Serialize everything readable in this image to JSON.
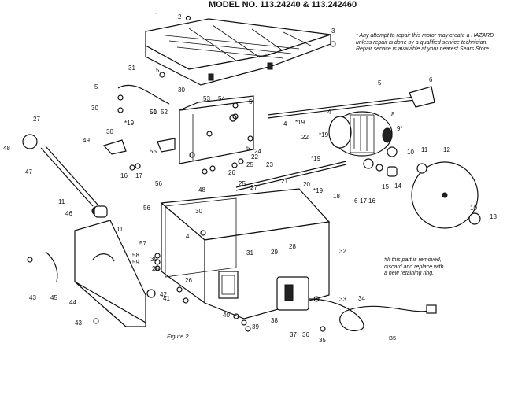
{
  "header": {
    "model": "MODEL NO. 113.24240 & 113.242460"
  },
  "notes": {
    "motor_warning": [
      "* Any attempt to repair this motor may create a HAZARD",
      "unless repair is done by a qualified service technician.",
      "Repair service is available at your nearest Sears Store."
    ],
    "retaining_ring": [
      "#If this part is removed,",
      "discard and replace with",
      "a new retaining ring."
    ]
  },
  "caption": "Figure 2",
  "code": "B5",
  "callouts": [
    {
      "id": "c1",
      "text": "1"
    },
    {
      "id": "c2",
      "text": "2"
    },
    {
      "id": "c3",
      "text": "3"
    },
    {
      "id": "c4a",
      "text": "4"
    },
    {
      "id": "c4b",
      "text": "4"
    },
    {
      "id": "c4c",
      "text": "4"
    },
    {
      "id": "c5a",
      "text": "5"
    },
    {
      "id": "c5b",
      "text": "5"
    },
    {
      "id": "c5c",
      "text": "5"
    },
    {
      "id": "c5d",
      "text": "5"
    },
    {
      "id": "c5e",
      "text": "5"
    },
    {
      "id": "c6a",
      "text": "6"
    },
    {
      "id": "c6b",
      "text": "6"
    },
    {
      "id": "c8",
      "text": "8"
    },
    {
      "id": "c9",
      "text": "9*"
    },
    {
      "id": "c10a",
      "text": "10"
    },
    {
      "id": "c10b",
      "text": "10"
    },
    {
      "id": "c11a",
      "text": "11"
    },
    {
      "id": "c11b",
      "text": "11"
    },
    {
      "id": "c11c",
      "text": "11"
    },
    {
      "id": "c12",
      "text": "12"
    },
    {
      "id": "c13",
      "text": "13"
    },
    {
      "id": "c14",
      "text": "14"
    },
    {
      "id": "c15",
      "text": "15"
    },
    {
      "id": "c16a",
      "text": "16"
    },
    {
      "id": "c16b",
      "text": "16"
    },
    {
      "id": "c17a",
      "text": "17"
    },
    {
      "id": "c17b",
      "text": "17"
    },
    {
      "id": "c18",
      "text": "18"
    },
    {
      "id": "c19a",
      "text": "*19"
    },
    {
      "id": "c19b",
      "text": "*19"
    },
    {
      "id": "c19c",
      "text": "*19"
    },
    {
      "id": "c19d",
      "text": "*19"
    },
    {
      "id": "c19e",
      "text": "*19"
    },
    {
      "id": "c20",
      "text": "20"
    },
    {
      "id": "c21",
      "text": "21"
    },
    {
      "id": "c22a",
      "text": "22"
    },
    {
      "id": "c22b",
      "text": "22"
    },
    {
      "id": "c23",
      "text": "23"
    },
    {
      "id": "c24",
      "text": "24"
    },
    {
      "id": "c25a",
      "text": "25"
    },
    {
      "id": "c25b",
      "text": "25"
    },
    {
      "id": "c26a",
      "text": "26"
    },
    {
      "id": "c26b",
      "text": "26"
    },
    {
      "id": "c26c",
      "text": "26"
    },
    {
      "id": "c27a",
      "text": "27"
    },
    {
      "id": "c27b",
      "text": "27"
    },
    {
      "id": "c28",
      "text": "28"
    },
    {
      "id": "c29",
      "text": "29"
    },
    {
      "id": "c30a",
      "text": "30"
    },
    {
      "id": "c30b",
      "text": "30"
    },
    {
      "id": "c30c",
      "text": "30"
    },
    {
      "id": "c30d",
      "text": "30"
    },
    {
      "id": "c31a",
      "text": "31"
    },
    {
      "id": "c31b",
      "text": "31"
    },
    {
      "id": "c32",
      "text": "32"
    },
    {
      "id": "c33",
      "text": "33"
    },
    {
      "id": "c34",
      "text": "34"
    },
    {
      "id": "c35",
      "text": "35"
    },
    {
      "id": "c36",
      "text": "36"
    },
    {
      "id": "c37",
      "text": "37"
    },
    {
      "id": "c38",
      "text": "38"
    },
    {
      "id": "c39a",
      "text": "39"
    },
    {
      "id": "c39b",
      "text": "39"
    },
    {
      "id": "c40",
      "text": "40"
    },
    {
      "id": "c41",
      "text": "41"
    },
    {
      "id": "c42",
      "text": "42"
    },
    {
      "id": "c43a",
      "text": "43"
    },
    {
      "id": "c43b",
      "text": "43"
    },
    {
      "id": "c44",
      "text": "44"
    },
    {
      "id": "c45",
      "text": "45"
    },
    {
      "id": "c46",
      "text": "46"
    },
    {
      "id": "c47",
      "text": "47"
    },
    {
      "id": "c48a",
      "text": "48"
    },
    {
      "id": "c48b",
      "text": "48"
    },
    {
      "id": "c49",
      "text": "49"
    },
    {
      "id": "c50",
      "text": "50"
    },
    {
      "id": "c51",
      "text": "51"
    },
    {
      "id": "c52",
      "text": "52"
    },
    {
      "id": "c53",
      "text": "53"
    },
    {
      "id": "c54",
      "text": "54"
    },
    {
      "id": "c55",
      "text": "55"
    },
    {
      "id": "c56a",
      "text": "56"
    },
    {
      "id": "c56b",
      "text": "56"
    },
    {
      "id": "c57",
      "text": "57"
    },
    {
      "id": "c58",
      "text": "58"
    },
    {
      "id": "c59",
      "text": "59"
    }
  ]
}
